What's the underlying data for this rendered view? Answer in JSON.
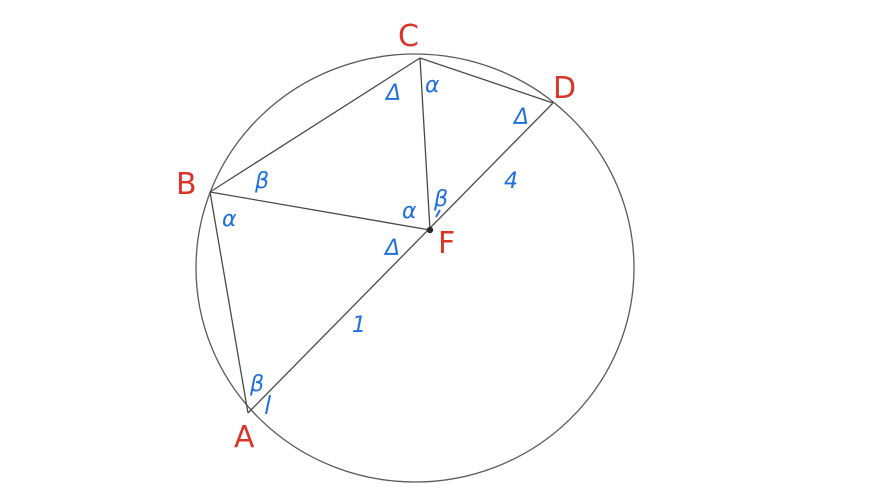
{
  "diagram": {
    "points": {
      "A": "A",
      "B": "B",
      "C": "C",
      "D": "D",
      "F": "F"
    },
    "angle_marks": {
      "c_left": "Δ",
      "c_right": "α",
      "d_mark": "Δ",
      "b_upper": "β",
      "b_lower": "α",
      "f_alpha": "α",
      "f_beta": "β",
      "f_delta": "Δ",
      "a_mark": "β"
    },
    "segment_labels": {
      "fd": "4",
      "af": "1"
    },
    "colors": {
      "point_labels": "#d8352b",
      "annotations": "#1f6fe0",
      "lines": "#4a4a4a"
    }
  }
}
